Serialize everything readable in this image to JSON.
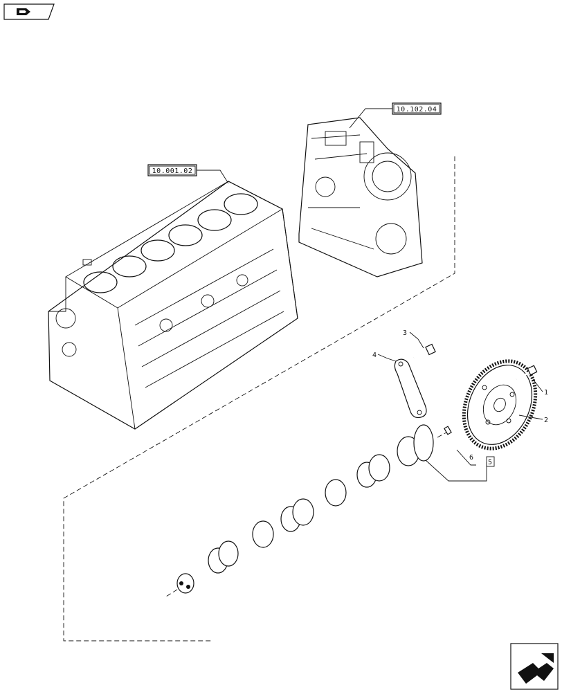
{
  "nav": {
    "top_icon": "flip-page-icon",
    "bottom_icon": "next-page-icon"
  },
  "references": {
    "block": "10.001.02",
    "cover": "10.102.04"
  },
  "callouts": {
    "c1": "1",
    "c2": "2",
    "c3": "3",
    "c4": "4",
    "c5": "5",
    "c6": "6"
  }
}
